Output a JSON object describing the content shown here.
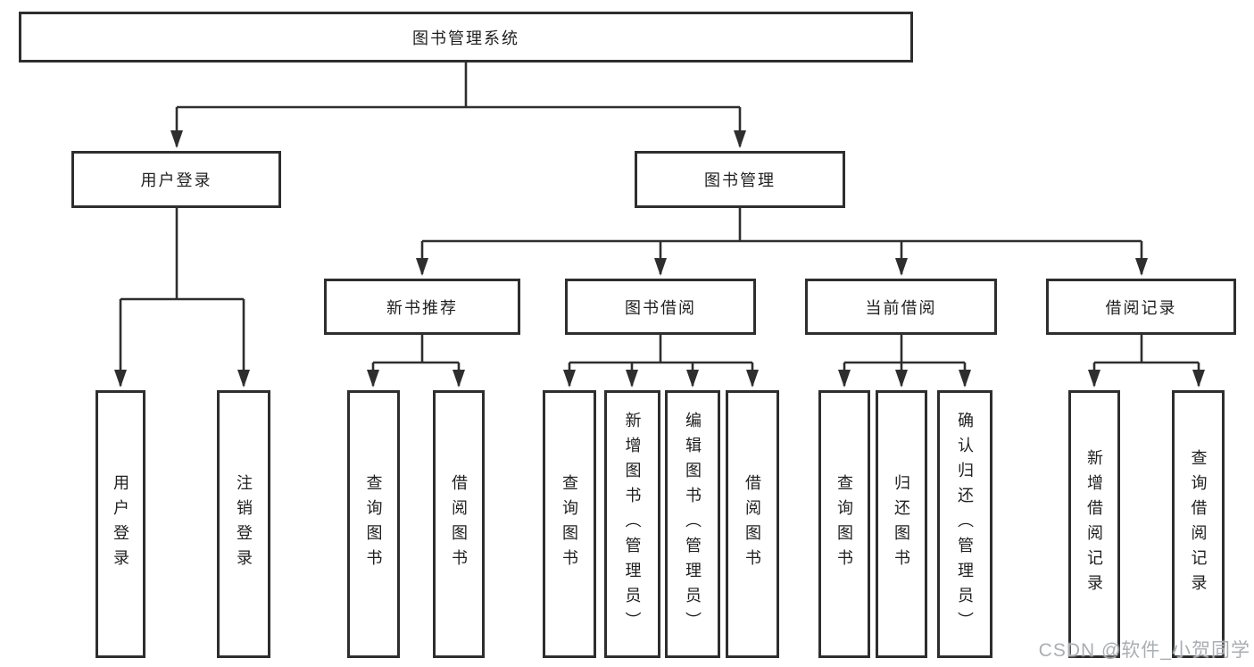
{
  "diagram": {
    "root": "图书管理系统",
    "level2": [
      "用户登录",
      "图书管理"
    ],
    "level3": [
      "新书推荐",
      "图书借阅",
      "当前借阅",
      "借阅记录"
    ],
    "leaves": {
      "user_login": [
        "用户登录",
        "注销登录"
      ],
      "new_book": [
        "查询图书",
        "借阅图书"
      ],
      "book_borrow": [
        "查询图书",
        "新增图书（管理员）",
        "编辑图书（管理员）",
        "借阅图书"
      ],
      "current_borrow": [
        "查询图书",
        "归还图书",
        "确认归还（管理员）"
      ],
      "borrow_records": [
        "新增借阅记录",
        "查询借阅记录"
      ]
    },
    "watermark": "CSDN @软件_小贺同学",
    "colors": {
      "line": "#2e2e2e",
      "text": "#1f1f1f",
      "watermark": "#a9aeb3",
      "background": "#ffffff"
    }
  }
}
